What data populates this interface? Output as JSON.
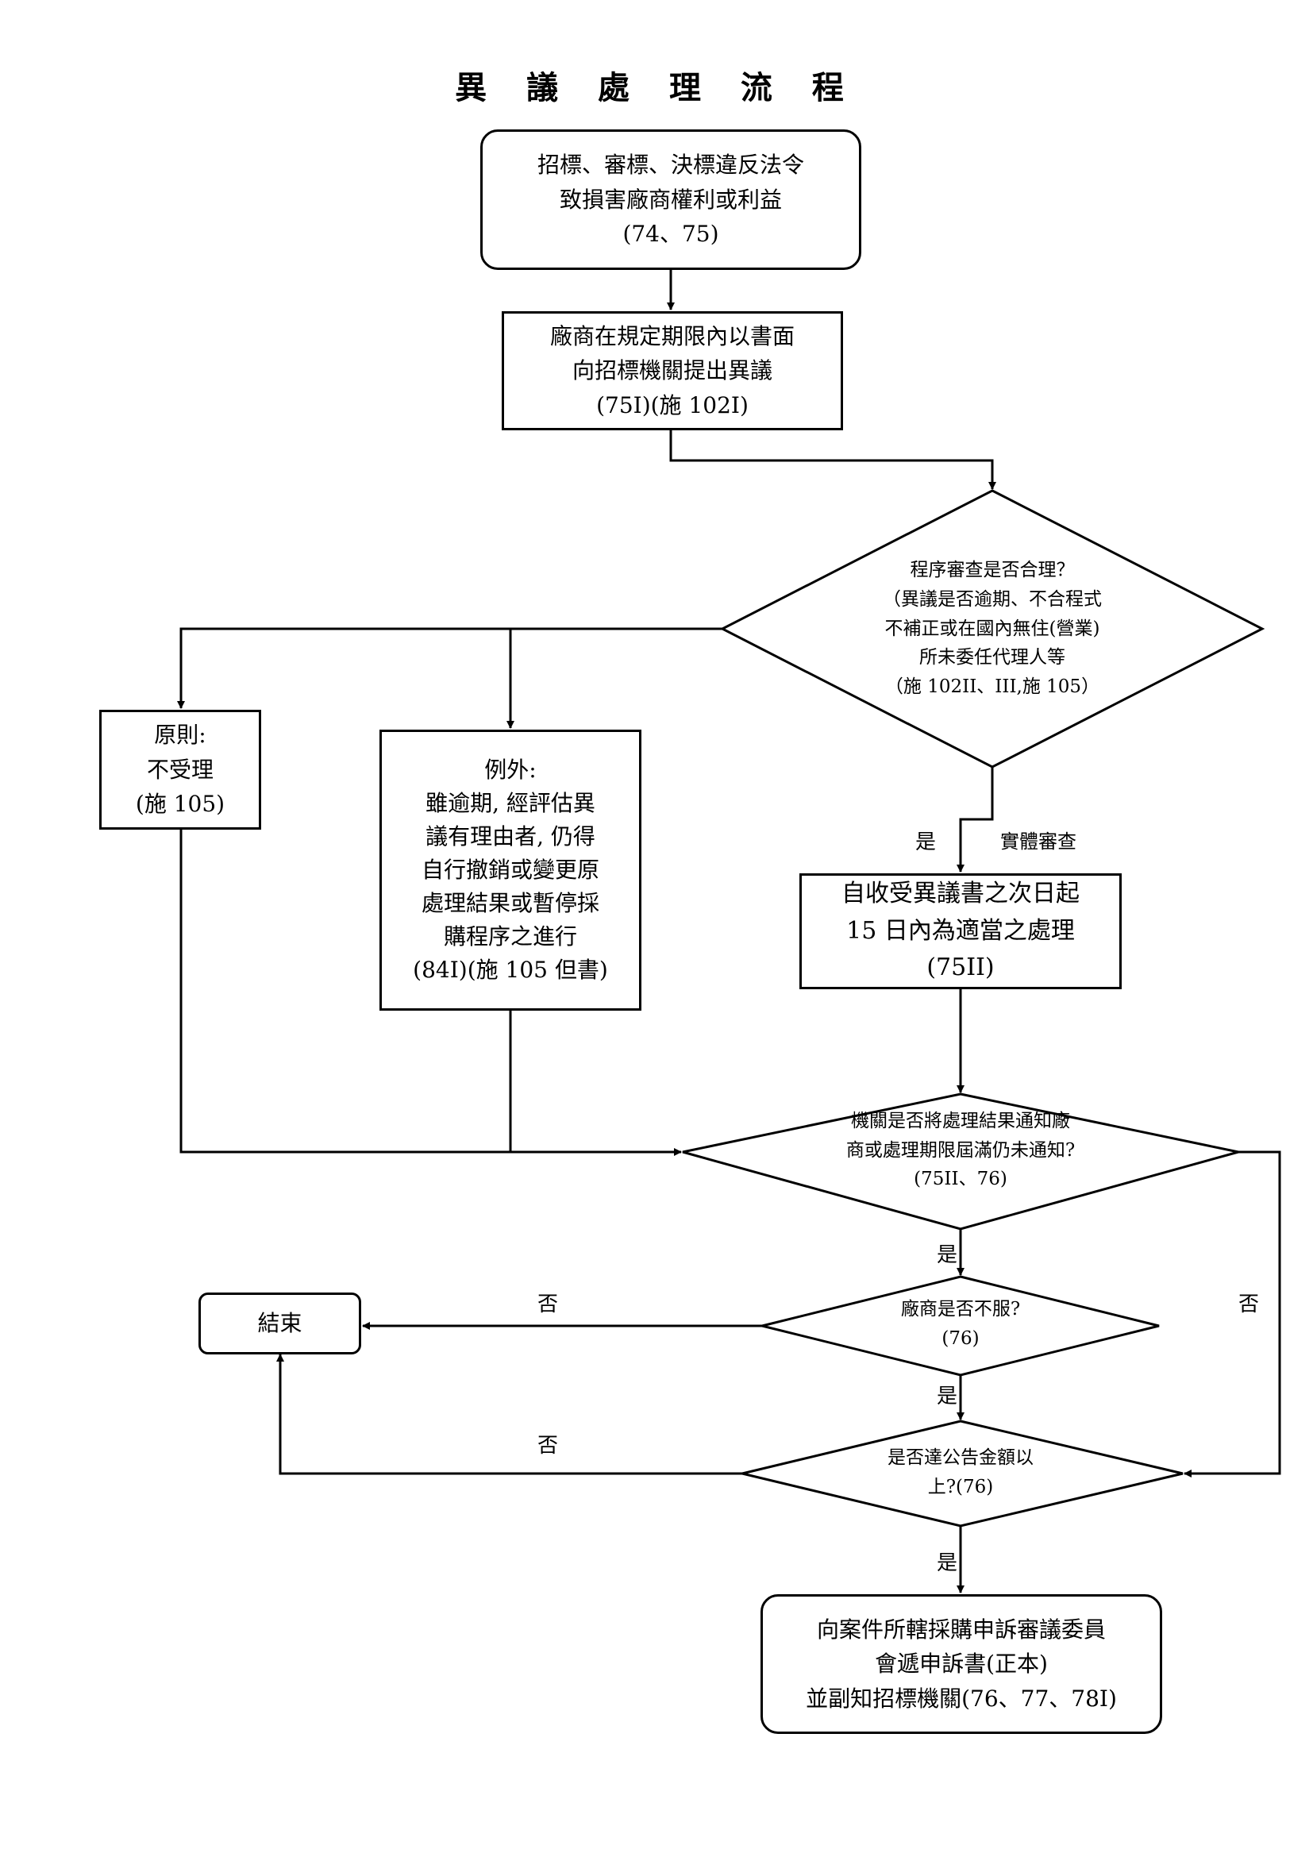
{
  "title": "異 議 處 理 流 程",
  "nodes": {
    "start": {
      "line1": "招標、審標、決標違反法令",
      "line2": "致損害廠商權利或利益",
      "line3": "(74、75)"
    },
    "objection": {
      "line1": "廠商在規定期限內以書面",
      "line2": "向招標機關提出異議",
      "line3": "(75I)(施 102I)"
    },
    "procedural_check": {
      "line1": "程序審查是否合理？",
      "line2": "（異議是否逾期、不合程式",
      "line3": "不補正或在國內無住(營業)",
      "line4": "所未委任代理人等",
      "line5": "（施 102II、III,施 105）"
    },
    "principle": {
      "line1": "原則:",
      "line2": "不受理",
      "line3": "(施 105)"
    },
    "exception": {
      "line1": "例外:",
      "line2": "雖逾期, 經評估異",
      "line3": "議有理由者, 仍得",
      "line4": "自行撤銷或變更原",
      "line5": "處理結果或暫停採",
      "line6": "購程序之進行",
      "line7": "(84I)(施 105 但書)"
    },
    "handle": {
      "line1": "自收受異議書之次日起",
      "line2": "15 日內為適當之處理",
      "line3": "(75II)"
    },
    "notify_check": {
      "line1": "機關是否將處理結果通知廠",
      "line2": "商或處理期限屆滿仍未通知?",
      "line3": "(75II、76)"
    },
    "dissatisfied_check": {
      "line1": "廠商是否不服?",
      "line2": "(76)"
    },
    "amount_check": {
      "line1": "是否達公告金額以",
      "line2": "上?(76)"
    },
    "end": {
      "label": "結束"
    },
    "appeal": {
      "line1": "向案件所轄採購申訴審議委員",
      "line2": "會遞申訴書(正本)",
      "line3": "並副知招標機關(76、77、78I)"
    }
  },
  "edge_labels": {
    "yes_substantive": "是",
    "substantive_review": "實體審查",
    "yes_notify": "是",
    "no_right": "否",
    "no_dissatisfied": "否",
    "yes_dissatisfied": "是",
    "no_amount": "否",
    "yes_amount": "是"
  }
}
